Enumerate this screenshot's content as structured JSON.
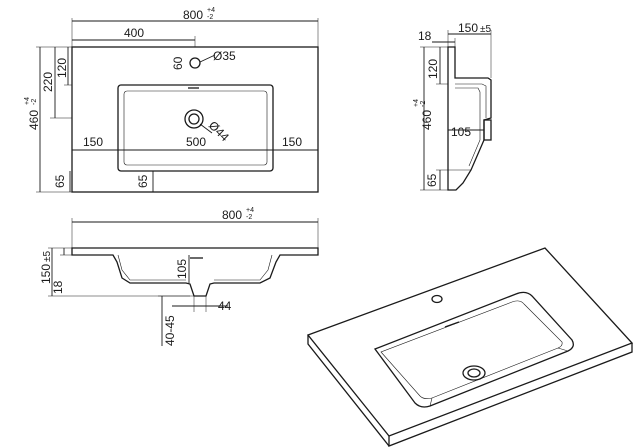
{
  "dimensions": {
    "top_width": "800",
    "top_width_tol_plus": "+4",
    "top_width_tol_minus": "-2",
    "top_left_half": "400",
    "top_tap_offset": "60",
    "top_tap_hole": "Ø35",
    "top_drain_hole": "Ø44",
    "top_margin_left": "150",
    "top_bowl_width": "500",
    "top_margin_right": "150",
    "top_bowl_bottom_left": "65",
    "top_bowl_bottom_center": "65",
    "left_220": "220",
    "left_120": "120",
    "left_depth": "460",
    "left_depth_tol_plus": "+4",
    "left_depth_tol_minus": "-2",
    "side_height": "150",
    "side_height_tol": "±5",
    "side_18": "18",
    "side_120": "120",
    "side_depth": "460",
    "side_depth_tol_plus": "+4",
    "side_depth_tol_minus": "-2",
    "side_105": "105",
    "side_65": "65",
    "front_width": "800",
    "front_width_tol_plus": "+4",
    "front_width_tol_minus": "-2",
    "front_height": "150",
    "front_height_tol": "±5",
    "front_18": "18",
    "front_105": "105",
    "front_44": "44",
    "front_drain": "40-45"
  }
}
